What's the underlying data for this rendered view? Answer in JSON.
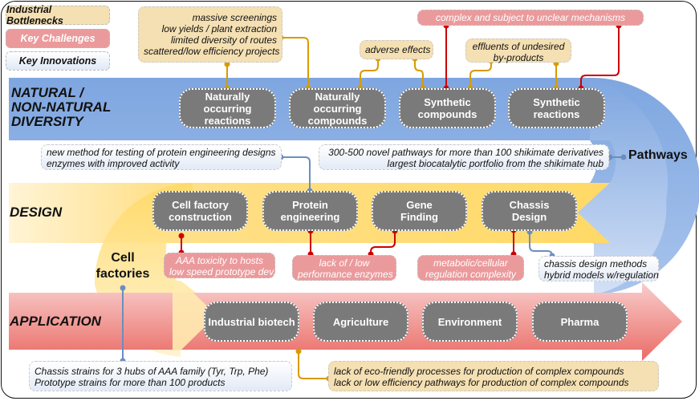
{
  "legend": {
    "industrial_bottlenecks": "Industrial Bottlenecks",
    "key_challenges": "Key Challenges",
    "key_innovations": "Key Innovations"
  },
  "colors": {
    "bottleneck_fill": "#f5e0b3",
    "bottleneck_connector": "#d99a00",
    "challenge_fill": "#eb9a9c",
    "challenge_connector": "#cc0000",
    "innovation_connector": "#6c8ebf",
    "node_fill": "#7a7a7a",
    "band_natural": "#7ea6e0",
    "band_design": "#ffd966",
    "band_application": "#ea6b66"
  },
  "bands": {
    "natural": {
      "label_lines": [
        "NATURAL /",
        "NON-NATURAL",
        "DIVERSITY"
      ]
    },
    "design": {
      "label": "DESIGN"
    },
    "application": {
      "label": "APPLICATION"
    }
  },
  "connectors": {
    "pathways": "Pathways",
    "cell_factories_lines": [
      "Cell",
      "factories"
    ]
  },
  "nodes": {
    "natural": [
      {
        "lines": [
          "Naturally",
          "occurring",
          "reactions"
        ]
      },
      {
        "lines": [
          "Naturally",
          "occurring",
          "compounds"
        ]
      },
      {
        "lines": [
          "Synthetic",
          "compounds"
        ]
      },
      {
        "lines": [
          "Synthetic",
          "reactions"
        ]
      }
    ],
    "design": [
      {
        "lines": [
          "Cell factory",
          "construction"
        ]
      },
      {
        "lines": [
          "Protein",
          "engineering"
        ]
      },
      {
        "lines": [
          "Gene",
          "Finding"
        ]
      },
      {
        "lines": [
          "Chassis",
          "Design"
        ]
      }
    ],
    "application": [
      {
        "label": "Industrial biotech"
      },
      {
        "label": "Agriculture"
      },
      {
        "label": "Environment"
      },
      {
        "label": "Pharma"
      }
    ]
  },
  "notes": {
    "bottleneck_natural_main": [
      "massive screenings",
      "low yields / plant extraction",
      "limited diversity of routes",
      "scattered/low efficiency projects"
    ],
    "bottleneck_adverse": [
      "adverse effects"
    ],
    "bottleneck_effluents": [
      "effluents of undesired",
      "by-products"
    ],
    "challenge_complex": [
      "complex and subject to unclear mechanisms"
    ],
    "innovation_protein": [
      "new method for testing of protein engineering designs",
      "enzymes with improved activity"
    ],
    "innovation_pathways": [
      "300-500 novel pathways for more than 100 shikimate derivatives",
      "largest biocatalytic portfolio from the shikimate hub"
    ],
    "challenge_aaa": [
      "AAA toxicity to hosts",
      "low speed prototype dev."
    ],
    "challenge_enzymes": [
      "lack of / low",
      "performance enzymes"
    ],
    "challenge_regulation": [
      "metabolic/cellular",
      "regulation complexity"
    ],
    "innovation_chassis": [
      "chassis design methods",
      "hybrid models w/regulation"
    ],
    "innovation_strains": [
      "Chassis strains for 3 hubs of AAA family (Tyr, Trp, Phe)",
      "Prototype strains for more than 100 products"
    ],
    "bottleneck_application": [
      "lack of eco-friendly processes for production of complex compounds",
      "lack or low efficiency pathways for production of complex compounds"
    ]
  }
}
